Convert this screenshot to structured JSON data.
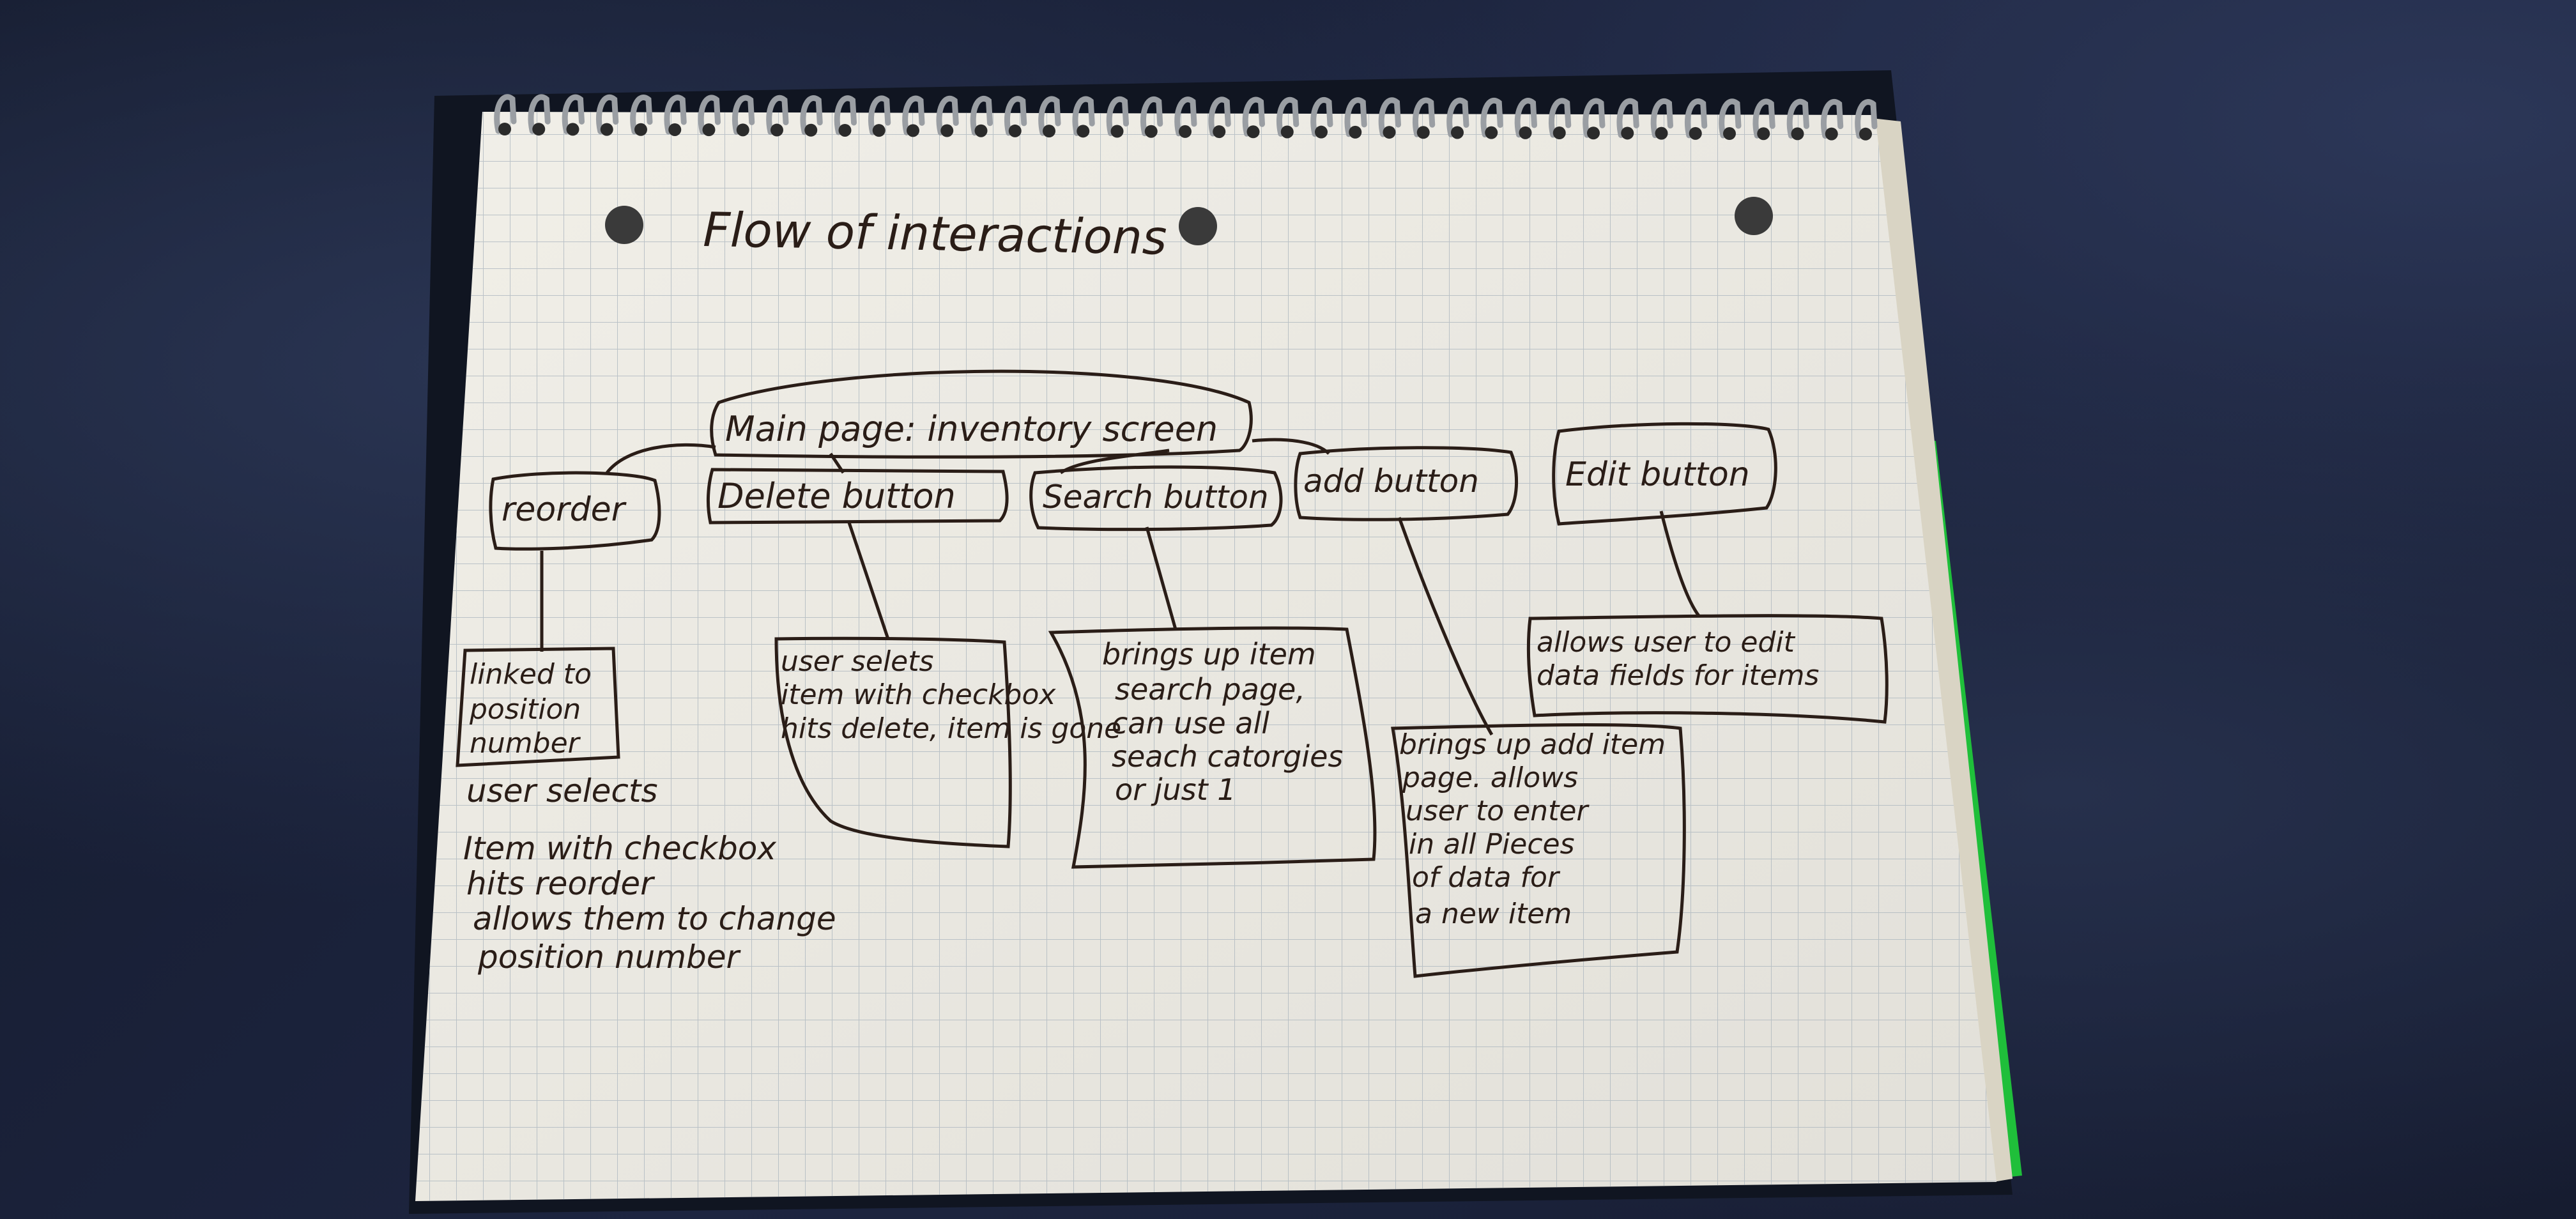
{
  "diagram": {
    "title": "Flow of interactions",
    "root": "Main page: inventory screen",
    "buttons": {
      "reorder": "reorder",
      "delete": "Delete button",
      "search": "Search button",
      "add": "add button",
      "edit": "Edit button"
    },
    "notes": {
      "reorder_box": [
        "linked to",
        "position",
        "number"
      ],
      "reorder_text": [
        "user selects",
        "Item with checkbox",
        "hits reorder",
        "allows them to change",
        "position number"
      ],
      "delete": [
        "user selets",
        "item with checkbox",
        "hits delete, item is gone"
      ],
      "search": [
        "brings up item",
        "search page,",
        "can use all",
        "seach catorgies",
        "or just 1"
      ],
      "add": [
        "brings up add item",
        "page. allows",
        "user to enter",
        "in all Pieces",
        "of data for",
        "a new item"
      ],
      "edit": [
        "allows user to edit",
        "data fields for items"
      ]
    }
  },
  "colors": {
    "background": "#1a2238",
    "paper": "#eceae4",
    "grid": "#a9b4bd",
    "ink": "#2a1d17",
    "tab": "#1fbf3a"
  }
}
